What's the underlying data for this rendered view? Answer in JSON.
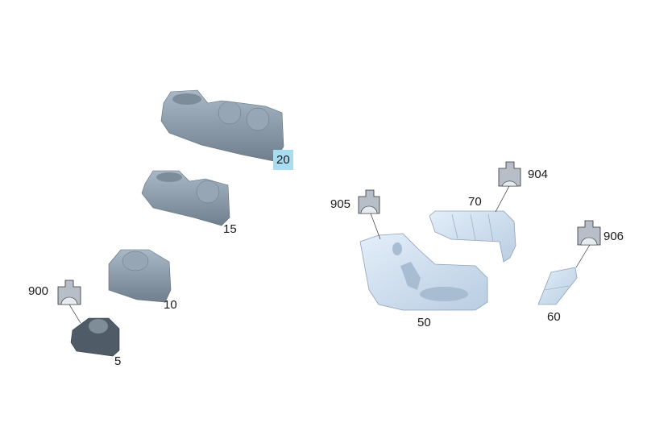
{
  "diagram": {
    "parts": [
      {
        "id": "p20",
        "label": "20",
        "highlighted": true
      },
      {
        "id": "p15",
        "label": "15"
      },
      {
        "id": "p10",
        "label": "10"
      },
      {
        "id": "p5",
        "label": "5"
      },
      {
        "id": "p50",
        "label": "50"
      },
      {
        "id": "p70",
        "label": "70"
      },
      {
        "id": "p60",
        "label": "60"
      }
    ],
    "callouts": [
      {
        "id": "c900",
        "label": "900",
        "icon": "connector-icon"
      },
      {
        "id": "c905",
        "label": "905",
        "icon": "connector-icon"
      },
      {
        "id": "c904",
        "label": "904",
        "icon": "connector-icon"
      },
      {
        "id": "c906",
        "label": "906",
        "icon": "connector-icon"
      }
    ]
  },
  "colors": {
    "highlight": "#a8dcf0",
    "part_dark": "#8d9dab",
    "part_light": "#cfe0f2",
    "icon_fill": "#b7bec7"
  }
}
